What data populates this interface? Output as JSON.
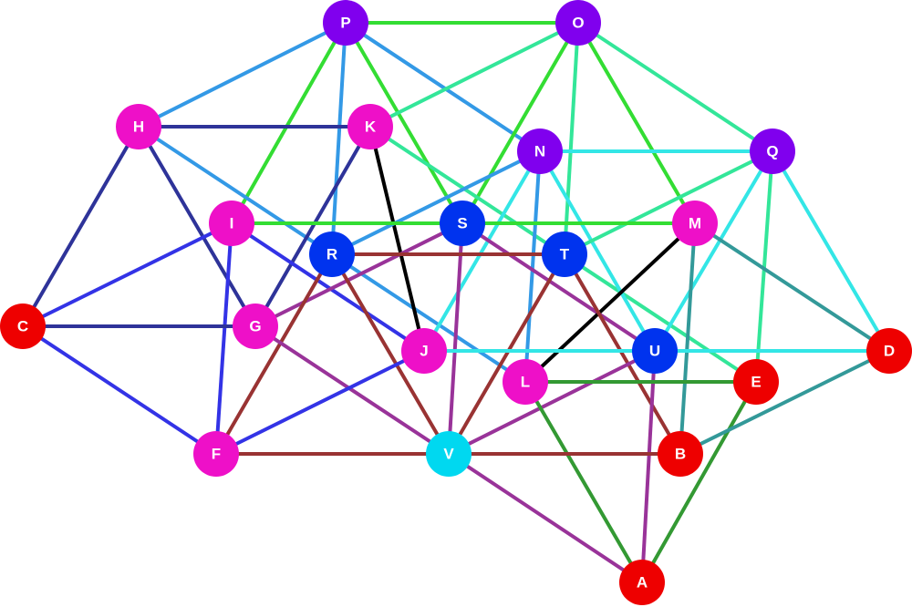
{
  "graph": {
    "nodes": [
      {
        "id": "P",
        "label": "P",
        "color": "#8000ee"
      },
      {
        "id": "O",
        "label": "O",
        "color": "#8000ee"
      },
      {
        "id": "H",
        "label": "H",
        "color": "#ee10c8"
      },
      {
        "id": "K",
        "label": "K",
        "color": "#ee10c8"
      },
      {
        "id": "N",
        "label": "N",
        "color": "#8000ee"
      },
      {
        "id": "Q",
        "label": "Q",
        "color": "#8000ee"
      },
      {
        "id": "I",
        "label": "I",
        "color": "#ee10c8"
      },
      {
        "id": "S",
        "label": "S",
        "color": "#0033ee"
      },
      {
        "id": "M",
        "label": "M",
        "color": "#ee10c8"
      },
      {
        "id": "R",
        "label": "R",
        "color": "#0033ee"
      },
      {
        "id": "T",
        "label": "T",
        "color": "#0033ee"
      },
      {
        "id": "C",
        "label": "C",
        "color": "#ee0000"
      },
      {
        "id": "G",
        "label": "G",
        "color": "#ee10c8"
      },
      {
        "id": "J",
        "label": "J",
        "color": "#ee10c8"
      },
      {
        "id": "U",
        "label": "U",
        "color": "#0033ee"
      },
      {
        "id": "D",
        "label": "D",
        "color": "#ee0000"
      },
      {
        "id": "L",
        "label": "L",
        "color": "#ee10c8"
      },
      {
        "id": "E",
        "label": "E",
        "color": "#ee0000"
      },
      {
        "id": "F",
        "label": "F",
        "color": "#ee10c8"
      },
      {
        "id": "V",
        "label": "V",
        "color": "#00d8f0"
      },
      {
        "id": "B",
        "label": "B",
        "color": "#ee0000"
      },
      {
        "id": "A",
        "label": "A",
        "color": "#ee0000"
      }
    ],
    "edges": [
      {
        "from": "P",
        "to": "O",
        "color": "#33dd33"
      },
      {
        "from": "P",
        "to": "H",
        "color": "#3399e6"
      },
      {
        "from": "P",
        "to": "I",
        "color": "#33dd33"
      },
      {
        "from": "P",
        "to": "R",
        "color": "#3399e6"
      },
      {
        "from": "P",
        "to": "S",
        "color": "#33dd33"
      },
      {
        "from": "P",
        "to": "N",
        "color": "#3399e6"
      },
      {
        "from": "O",
        "to": "K",
        "color": "#33e699"
      },
      {
        "from": "O",
        "to": "S",
        "color": "#33dd33"
      },
      {
        "from": "O",
        "to": "T",
        "color": "#33e699"
      },
      {
        "from": "O",
        "to": "M",
        "color": "#33dd33"
      },
      {
        "from": "O",
        "to": "Q",
        "color": "#33e699"
      },
      {
        "from": "H",
        "to": "K",
        "color": "#2e3399"
      },
      {
        "from": "H",
        "to": "C",
        "color": "#2e3399"
      },
      {
        "from": "H",
        "to": "G",
        "color": "#2e3399"
      },
      {
        "from": "H",
        "to": "L",
        "color": "#3399e6"
      },
      {
        "from": "K",
        "to": "G",
        "color": "#2e3399"
      },
      {
        "from": "K",
        "to": "J",
        "color": "#000000"
      },
      {
        "from": "K",
        "to": "E",
        "color": "#33e699"
      },
      {
        "from": "N",
        "to": "Q",
        "color": "#33e6e6"
      },
      {
        "from": "N",
        "to": "R",
        "color": "#3399e6"
      },
      {
        "from": "N",
        "to": "J",
        "color": "#33e6e6"
      },
      {
        "from": "N",
        "to": "L",
        "color": "#3399e6"
      },
      {
        "from": "N",
        "to": "U",
        "color": "#33e6e6"
      },
      {
        "from": "Q",
        "to": "T",
        "color": "#33e699"
      },
      {
        "from": "Q",
        "to": "U",
        "color": "#33e6e6"
      },
      {
        "from": "Q",
        "to": "E",
        "color": "#33e699"
      },
      {
        "from": "Q",
        "to": "D",
        "color": "#33e6e6"
      },
      {
        "from": "I",
        "to": "M",
        "color": "#33dd33"
      },
      {
        "from": "I",
        "to": "C",
        "color": "#3333e6"
      },
      {
        "from": "I",
        "to": "J",
        "color": "#3333e6"
      },
      {
        "from": "I",
        "to": "F",
        "color": "#3333e6"
      },
      {
        "from": "S",
        "to": "G",
        "color": "#993399"
      },
      {
        "from": "S",
        "to": "V",
        "color": "#993399"
      },
      {
        "from": "S",
        "to": "U",
        "color": "#993399"
      },
      {
        "from": "M",
        "to": "L",
        "color": "#000000"
      },
      {
        "from": "M",
        "to": "B",
        "color": "#339999"
      },
      {
        "from": "M",
        "to": "D",
        "color": "#339999"
      },
      {
        "from": "R",
        "to": "T",
        "color": "#993333"
      },
      {
        "from": "R",
        "to": "F",
        "color": "#993333"
      },
      {
        "from": "R",
        "to": "V",
        "color": "#993333"
      },
      {
        "from": "T",
        "to": "V",
        "color": "#993333"
      },
      {
        "from": "T",
        "to": "B",
        "color": "#993333"
      },
      {
        "from": "C",
        "to": "G",
        "color": "#2e3399"
      },
      {
        "from": "C",
        "to": "F",
        "color": "#3333e6"
      },
      {
        "from": "G",
        "to": "V",
        "color": "#993399"
      },
      {
        "from": "J",
        "to": "F",
        "color": "#3333e6"
      },
      {
        "from": "J",
        "to": "D",
        "color": "#33e6e6"
      },
      {
        "from": "U",
        "to": "V",
        "color": "#993399"
      },
      {
        "from": "U",
        "to": "A",
        "color": "#993399"
      },
      {
        "from": "L",
        "to": "E",
        "color": "#339933"
      },
      {
        "from": "L",
        "to": "A",
        "color": "#339933"
      },
      {
        "from": "E",
        "to": "A",
        "color": "#339933"
      },
      {
        "from": "D",
        "to": "B",
        "color": "#339999"
      },
      {
        "from": "F",
        "to": "B",
        "color": "#993333"
      },
      {
        "from": "V",
        "to": "A",
        "color": "#993399"
      }
    ]
  }
}
